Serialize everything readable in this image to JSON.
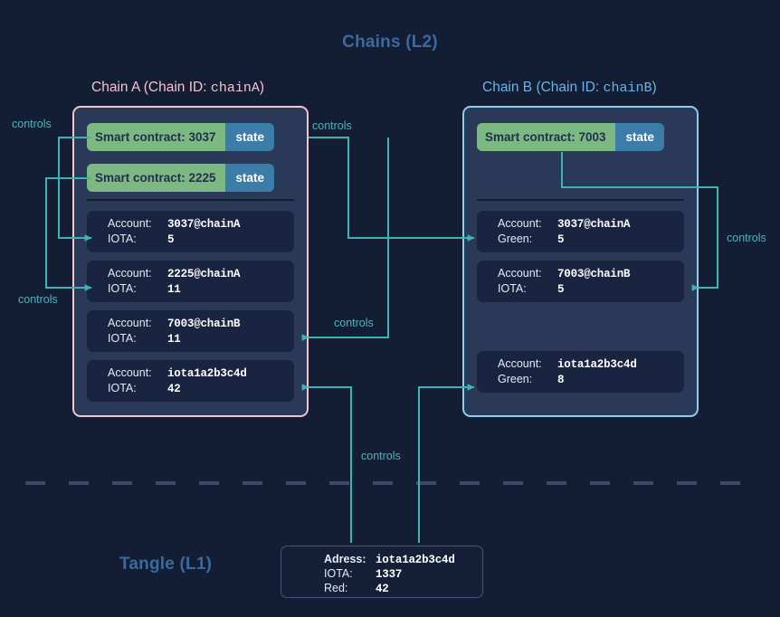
{
  "titles": {
    "main": "Chains (L2)",
    "tangle": "Tangle (L1)"
  },
  "chains": [
    {
      "id": "chainA",
      "title_prefix": "Chain A (Chain ID: ",
      "title_id": "chainA",
      "title_suffix": ")",
      "accent_color": "#f3c3cf",
      "contracts": [
        {
          "label": "Smart contract: 3037",
          "state_label": "state"
        },
        {
          "label": "Smart contract: 2225",
          "state_label": "state"
        }
      ],
      "accounts": [
        {
          "key1": "Account:",
          "val1": "3037@chainA",
          "key2": "IOTA:",
          "val2": "5"
        },
        {
          "key1": "Account:",
          "val1": "2225@chainA",
          "key2": "IOTA:",
          "val2": "11"
        },
        {
          "key1": "Account:",
          "val1": "7003@chainB",
          "key2": "IOTA:",
          "val2": "11"
        },
        {
          "key1": "Account:",
          "val1": "iota1a2b3c4d",
          "key2": "IOTA:",
          "val2": "42"
        }
      ]
    },
    {
      "id": "chainB",
      "title_prefix": "Chain B (Chain ID: ",
      "title_id": "chainB",
      "title_suffix": ")",
      "accent_color": "#8ecdf0",
      "contracts": [
        {
          "label": "Smart contract: 7003",
          "state_label": "state"
        }
      ],
      "accounts": [
        {
          "key1": "Account:",
          "val1": "3037@chainA",
          "key2": "Green:",
          "val2": "5"
        },
        {
          "key1": "Account:",
          "val1": "7003@chainB",
          "key2": "IOTA:",
          "val2": "5"
        },
        {
          "key1": "Account:",
          "val1": "iota1a2b3c4d",
          "key2": "Green:",
          "val2": "8"
        }
      ]
    }
  ],
  "tangle_address": {
    "key1": "Adress:",
    "val1": "iota1a2b3c4d",
    "key2": "IOTA:",
    "val2": "1337",
    "key3": "Red:",
    "val3": "42"
  },
  "controls_labels": {
    "left_top": "controls",
    "left_bottom": "controls",
    "middle_top": "controls",
    "middle_bottom": "controls",
    "right": "controls",
    "bottom": "controls"
  },
  "colors": {
    "background": "#131d33",
    "chain_panel": "#2a3958",
    "account_card": "#182440",
    "contract_green": "#7cb882",
    "contract_blue": "#3b7ca9",
    "wire": "#3fb2b6",
    "title_blue": "#3c6a9e",
    "chainA_accent": "#f3c3cf",
    "chainB_accent": "#8ecdf0",
    "divider_dash": "#3b4a68"
  }
}
